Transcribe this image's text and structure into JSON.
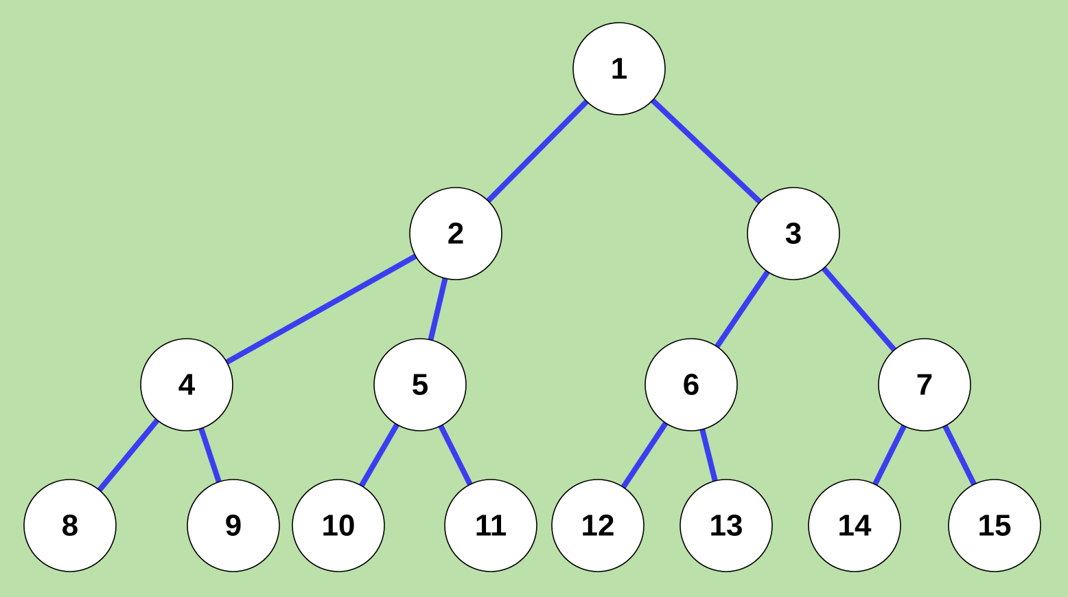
{
  "diagram": {
    "type": "binary-tree",
    "colors": {
      "background": "#bbe0a9",
      "edge": "#3b3ef0",
      "node_fill": "#ffffff",
      "node_stroke": "#000000",
      "label": "#000000"
    },
    "nodes": [
      {
        "id": "1",
        "label": "1"
      },
      {
        "id": "2",
        "label": "2"
      },
      {
        "id": "3",
        "label": "3"
      },
      {
        "id": "4",
        "label": "4"
      },
      {
        "id": "5",
        "label": "5"
      },
      {
        "id": "6",
        "label": "6"
      },
      {
        "id": "7",
        "label": "7"
      },
      {
        "id": "8",
        "label": "8"
      },
      {
        "id": "9",
        "label": "9"
      },
      {
        "id": "10",
        "label": "10"
      },
      {
        "id": "11",
        "label": "11"
      },
      {
        "id": "12",
        "label": "12"
      },
      {
        "id": "13",
        "label": "13"
      },
      {
        "id": "14",
        "label": "14"
      },
      {
        "id": "15",
        "label": "15"
      }
    ],
    "edges": [
      {
        "from": "1",
        "to": "2"
      },
      {
        "from": "1",
        "to": "3"
      },
      {
        "from": "2",
        "to": "4"
      },
      {
        "from": "2",
        "to": "5"
      },
      {
        "from": "3",
        "to": "6"
      },
      {
        "from": "3",
        "to": "7"
      },
      {
        "from": "4",
        "to": "8"
      },
      {
        "from": "4",
        "to": "9"
      },
      {
        "from": "5",
        "to": "10"
      },
      {
        "from": "5",
        "to": "11"
      },
      {
        "from": "6",
        "to": "12"
      },
      {
        "from": "6",
        "to": "13"
      },
      {
        "from": "7",
        "to": "14"
      },
      {
        "from": "7",
        "to": "15"
      }
    ]
  }
}
